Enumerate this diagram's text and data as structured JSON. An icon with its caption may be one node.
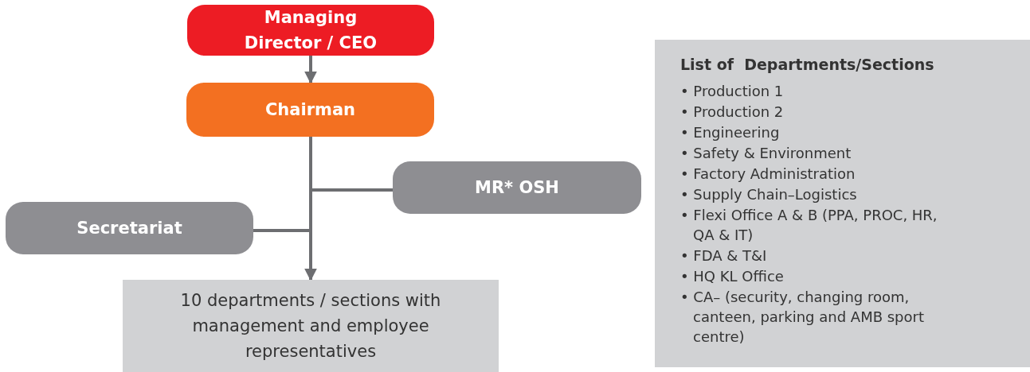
{
  "diagram": {
    "nodes": [
      {
        "text": [
          "Managing Director / CEO"
        ]
      },
      {
        "text": [
          "Chairman"
        ]
      },
      {
        "text": [
          "MR* OSH"
        ]
      },
      {
        "text": [
          "Secretariat"
        ]
      },
      {
        "text": [
          "10 departments / sections with management and employee representatives"
        ]
      },
      {
        "text": [
          "List of  Departments/Sections",
          "• Production 1",
          "• Production 2",
          "• Engineering",
          "• Safety & Environment",
          "• Factory Administration",
          "• Supply Chain–Logistics",
          "• Flexi Office A & B (PPA, PROC, HR, QA & IT)",
          "• FDA & T&I",
          "• HQ KL Office",
          "• CA– (security, changing room, canteen, parking and AMB sport centre)"
        ]
      }
    ],
    "edges": [
      {
        "from": 0,
        "to": 1,
        "arrow": "to"
      },
      {
        "from": 1,
        "to": 4,
        "arrow": "to"
      },
      {
        "from": 1,
        "to": 2,
        "arrow": "none"
      },
      {
        "from": 1,
        "to": 3,
        "arrow": "none"
      }
    ]
  }
}
